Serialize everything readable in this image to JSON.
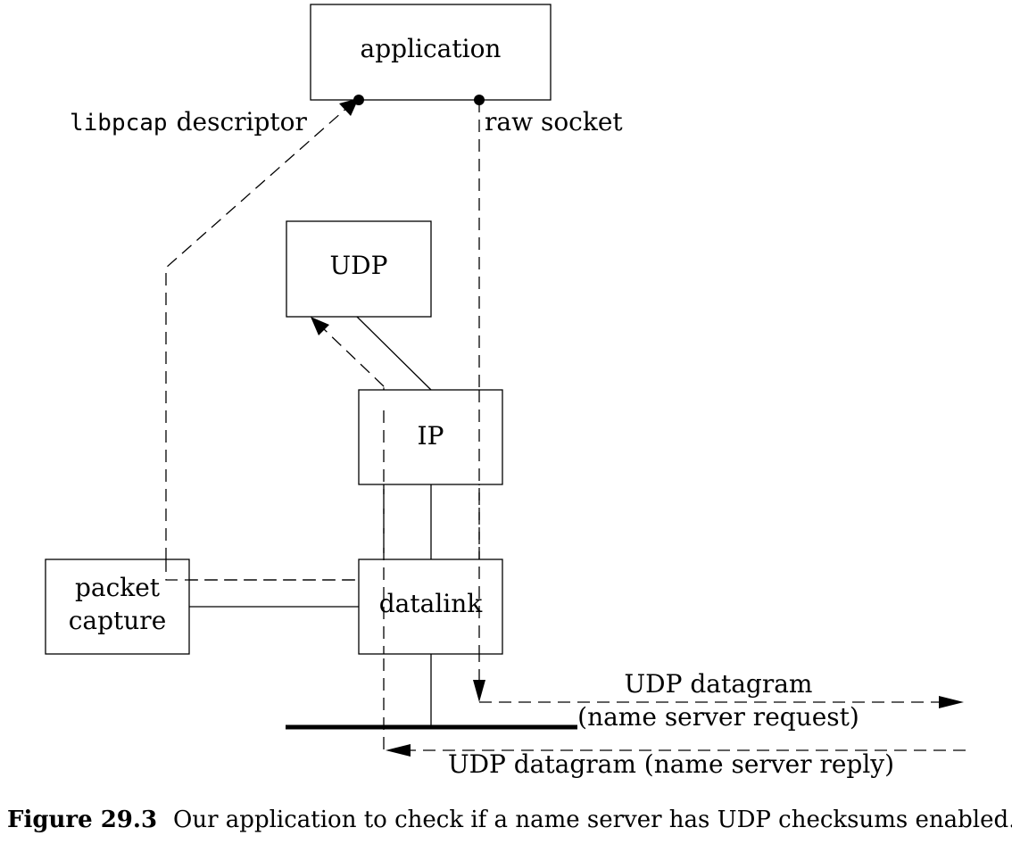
{
  "boxes": {
    "application": "application",
    "udp": "UDP",
    "ip": "IP",
    "datalink": "datalink",
    "packet_capture_line1": "packet",
    "packet_capture_line2": "capture"
  },
  "labels": {
    "libpcap_mono": "libpcap",
    "libpcap_rest": "descriptor",
    "raw_socket": "raw socket",
    "request_line1": "UDP datagram",
    "request_line2": "(name server request)",
    "reply": "UDP datagram (name server reply)"
  },
  "caption": {
    "number": "Figure 29.3",
    "text": "Our application to check if a name server has UDP checksums enabled."
  }
}
